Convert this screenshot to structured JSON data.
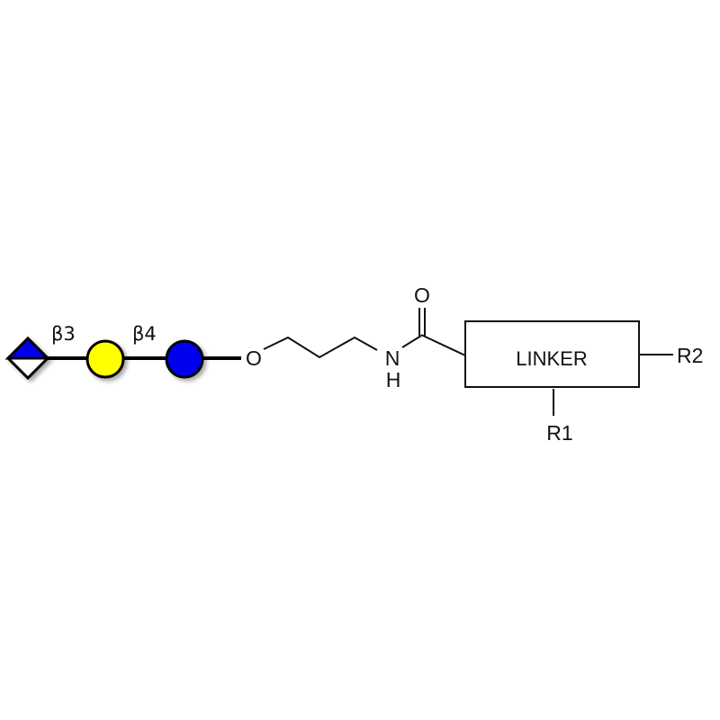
{
  "glycan": {
    "linkage_1": "β3",
    "linkage_2": "β4",
    "colors": {
      "blue": "#0000ee",
      "yellow": "#ffff00"
    }
  },
  "structure": {
    "oxygen_ether": "O",
    "nitrogen": "N",
    "hydrogen": "H",
    "oxygen_carbonyl": "O",
    "linker_label": "LINKER",
    "r1": "R1",
    "r2": "R2"
  }
}
